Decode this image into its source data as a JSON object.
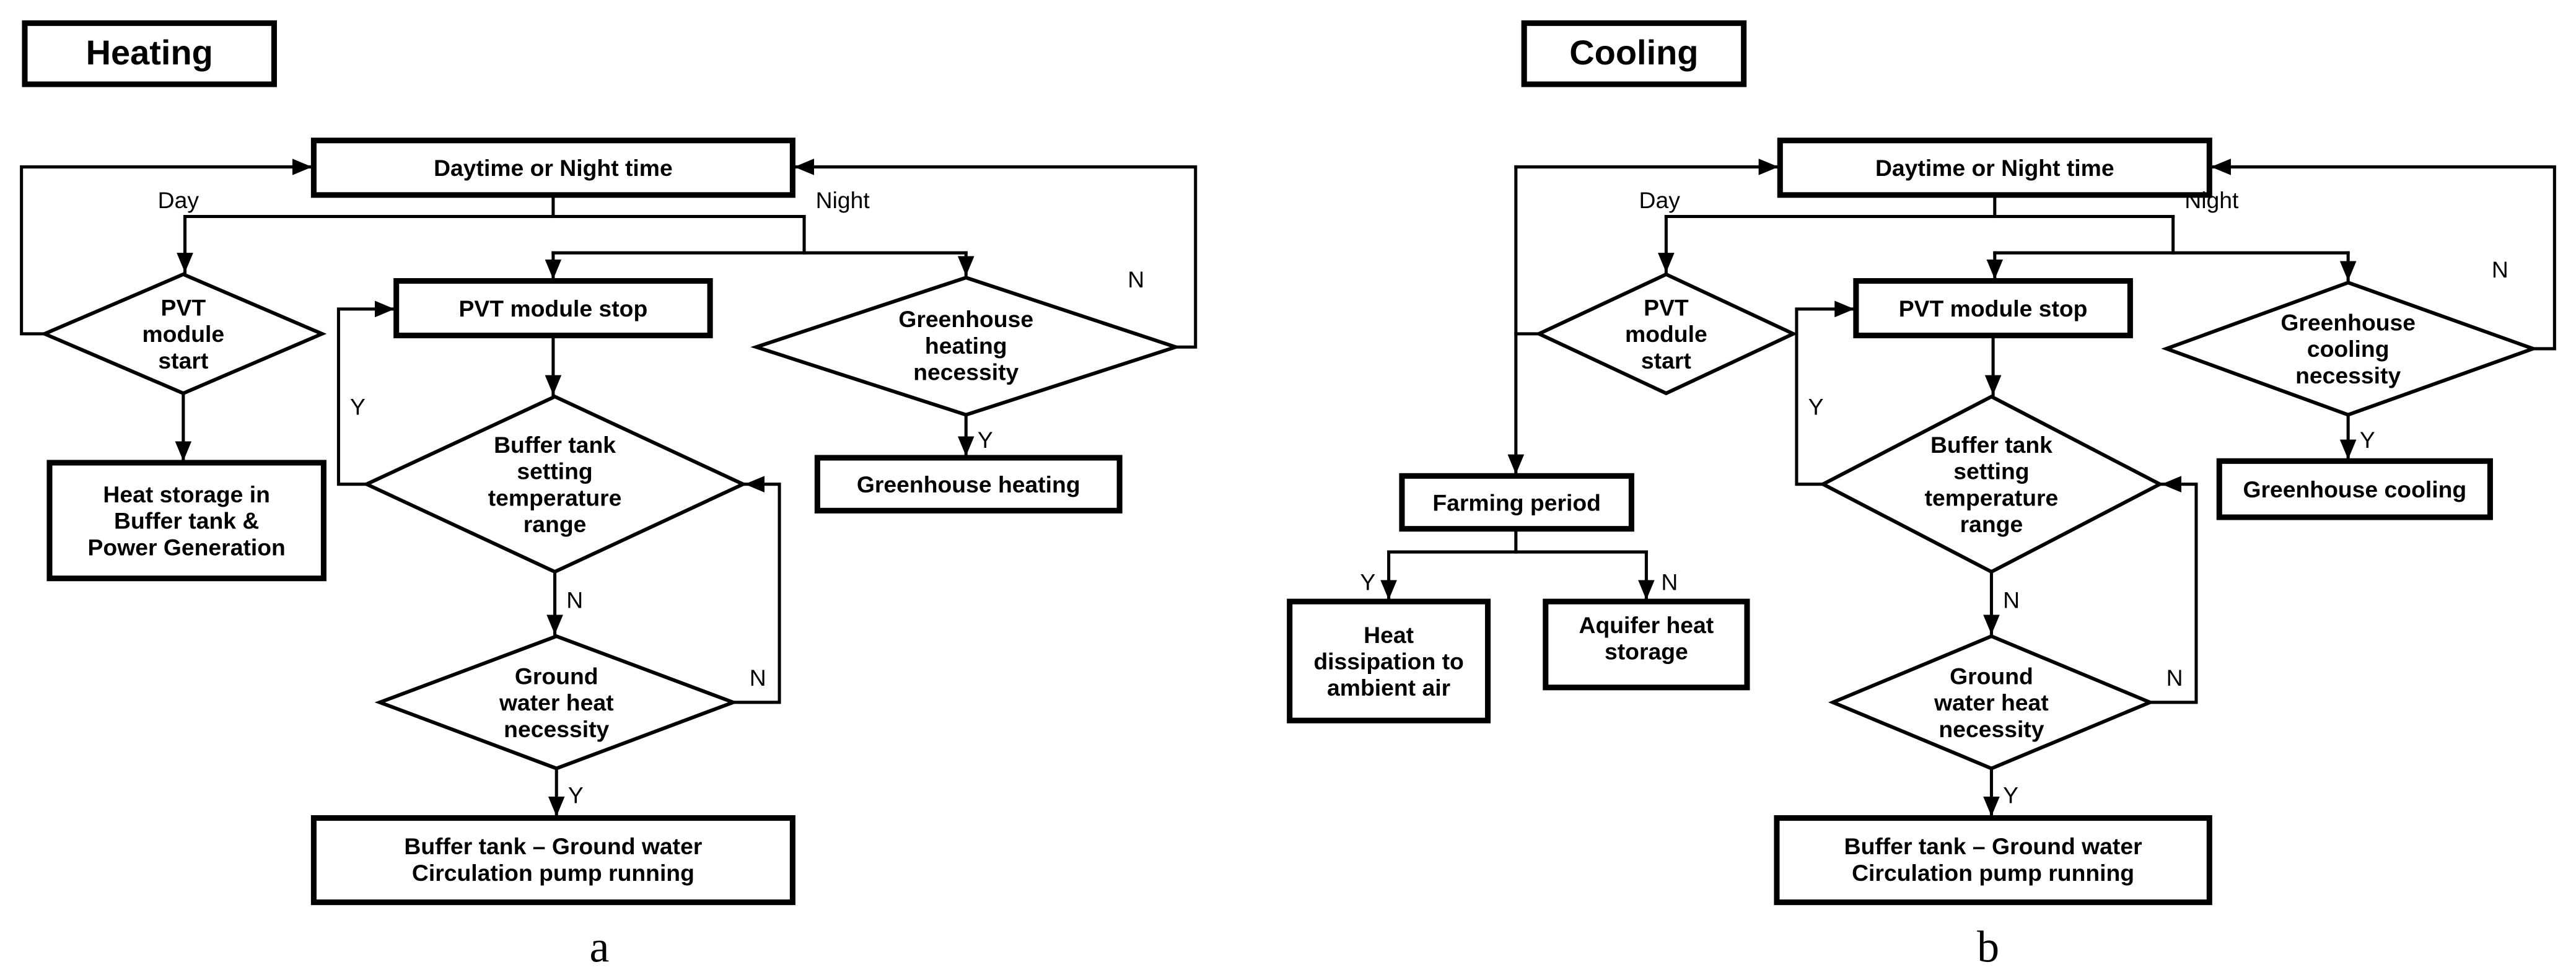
{
  "figure": {
    "background": "#ffffff",
    "ink": "#000000",
    "heating": {
      "title": "Heating",
      "sublabel": "a",
      "nodes": {
        "daytime": "Daytime or Night time",
        "pvt_start": [
          "PVT",
          "module",
          "start"
        ],
        "pvt_stop": "PVT module stop",
        "greenhouse_necessity": [
          "Greenhouse",
          "heating",
          "necessity"
        ],
        "heat_storage": [
          "Heat storage in",
          "Buffer tank &",
          "Power Generation"
        ],
        "buffer_tank": [
          "Buffer tank",
          "setting",
          "temperature",
          "range"
        ],
        "greenhouse_action": "Greenhouse heating",
        "ground_water": [
          "Ground",
          "water heat",
          "necessity"
        ],
        "pump": [
          "Buffer tank – Ground water",
          "Circulation pump running"
        ]
      },
      "labels": {
        "day": "Day",
        "night": "Night",
        "yes": "Y",
        "no": "N"
      }
    },
    "cooling": {
      "title": "Cooling",
      "sublabel": "b",
      "nodes": {
        "daytime": "Daytime or Night time",
        "pvt_start": [
          "PVT",
          "module",
          "start"
        ],
        "pvt_stop": "PVT module stop",
        "greenhouse_necessity": [
          "Greenhouse",
          "cooling",
          "necessity"
        ],
        "farming_period": "Farming period",
        "heat_dissipation": [
          "Heat",
          "dissipation to",
          "ambient air"
        ],
        "aquifer_storage": [
          "Aquifer heat",
          "storage"
        ],
        "buffer_tank": [
          "Buffer tank",
          "setting",
          "temperature",
          "range"
        ],
        "greenhouse_action": "Greenhouse cooling",
        "ground_water": [
          "Ground",
          "water heat",
          "necessity"
        ],
        "pump": [
          "Buffer tank – Ground water",
          "Circulation pump running"
        ]
      },
      "labels": {
        "day": "Day",
        "night": "Night",
        "yes": "Y",
        "no": "N"
      }
    }
  }
}
